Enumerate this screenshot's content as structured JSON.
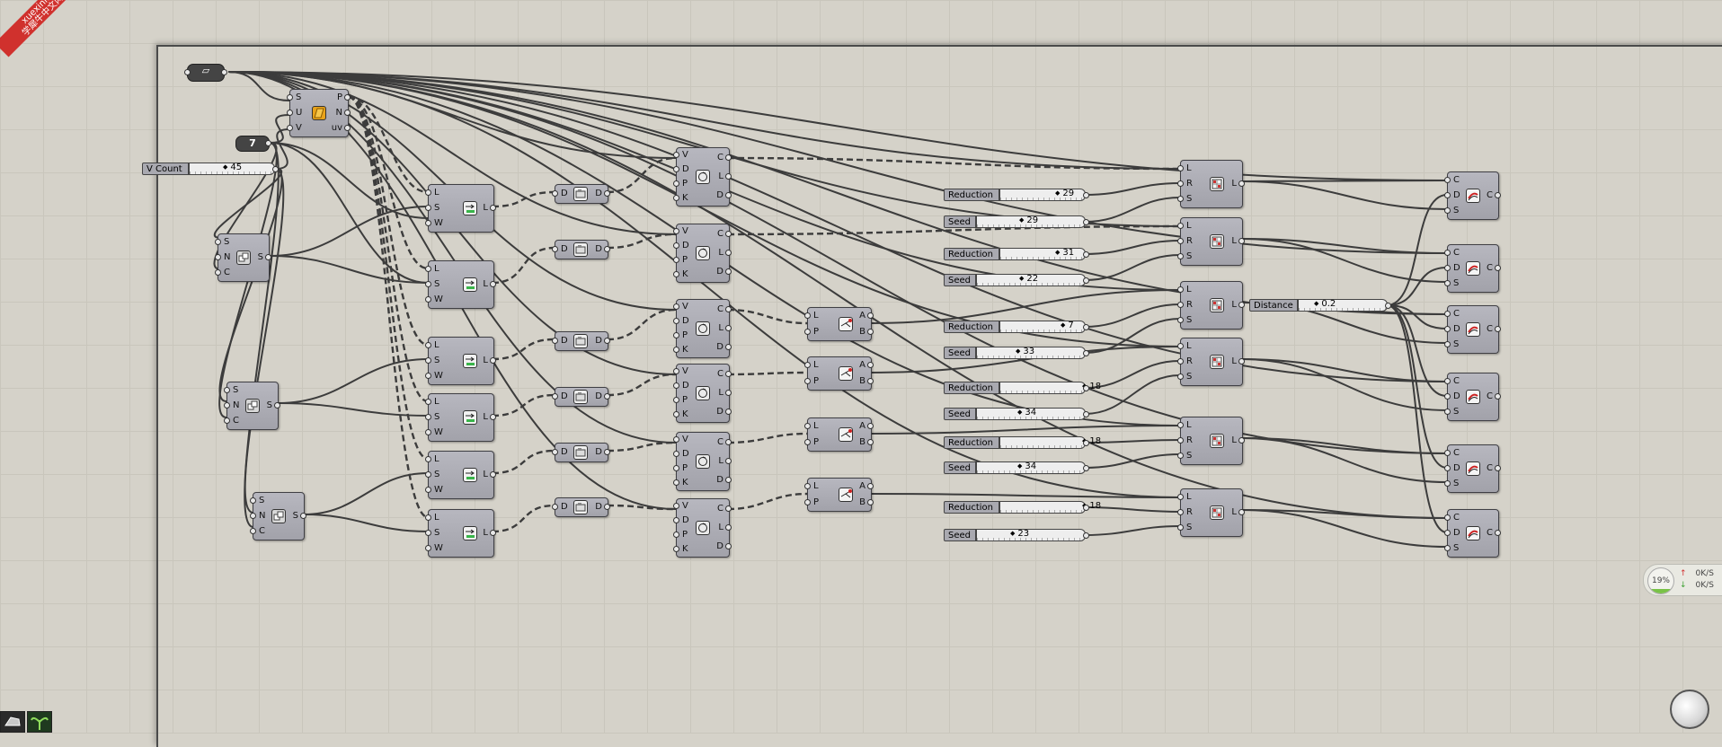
{
  "watermark": {
    "line1": "xuexiniu",
    "line2": "学犀牛中文网"
  },
  "inputs": {
    "surface_param": "",
    "count_panel": "7"
  },
  "v_count_slider": {
    "label": "V Count",
    "value": "45"
  },
  "surface_divide": {
    "inputs": [
      "S",
      "U",
      "V"
    ],
    "outputs": [
      "P",
      "N",
      "uv"
    ]
  },
  "split_list": {
    "inputs": [
      "S",
      "N",
      "C"
    ],
    "outputs": [
      "S"
    ]
  },
  "line_sdl": {
    "inputs": [
      "L",
      "S",
      "W"
    ],
    "outputs": [
      "L"
    ]
  },
  "list_param": {
    "inputs": [
      "D"
    ],
    "outputs": [
      "D"
    ]
  },
  "shatter": {
    "inputs": [
      "V",
      "D",
      "P",
      "K"
    ],
    "outputs": [
      "C",
      "L",
      "D"
    ]
  },
  "dispatch": {
    "inputs": [
      "L",
      "P"
    ],
    "outputs": [
      "A",
      "B"
    ]
  },
  "reduce": {
    "inputs": [
      "L",
      "R",
      "S"
    ],
    "outputs": [
      "L"
    ]
  },
  "offset": {
    "inputs": [
      "C",
      "D",
      "S"
    ],
    "outputs": [
      "C"
    ]
  },
  "reduction_sliders": [
    {
      "label": "Reduction",
      "value": "29"
    },
    {
      "label": "Reduction",
      "value": "31"
    },
    {
      "label": "Reduction",
      "value": "7"
    },
    {
      "label": "Reduction",
      "value": "18"
    },
    {
      "label": "Reduction",
      "value": "18"
    },
    {
      "label": "Reduction",
      "value": "18"
    }
  ],
  "seed_sliders": [
    {
      "label": "Seed",
      "value": "29"
    },
    {
      "label": "Seed",
      "value": "22"
    },
    {
      "label": "Seed",
      "value": "33"
    },
    {
      "label": "Seed",
      "value": "34"
    },
    {
      "label": "Seed",
      "value": "34"
    },
    {
      "label": "Seed",
      "value": "23"
    }
  ],
  "distance_slider": {
    "label": "Distance",
    "value": "0.2"
  },
  "perf_widget": {
    "cpu": "19%",
    "cpu_fraction": 0.19,
    "upload": "0K/S",
    "download": "0K/S"
  },
  "colors": {
    "canvas": "#d5d2c9",
    "component": "#a8a8b0",
    "wire": "#3c3c3c",
    "accent_green": "#79c247",
    "ribbon": "#d0312d"
  },
  "icons": [
    "surface-param-icon",
    "surface-divide-icon",
    "split-list-icon",
    "line-sdl-icon",
    "list-item-icon",
    "shatter-icon",
    "dispatch-icon",
    "reduce-icon",
    "offset-icon",
    "compass-icon",
    "rhino-icon",
    "grasshopper-icon"
  ]
}
